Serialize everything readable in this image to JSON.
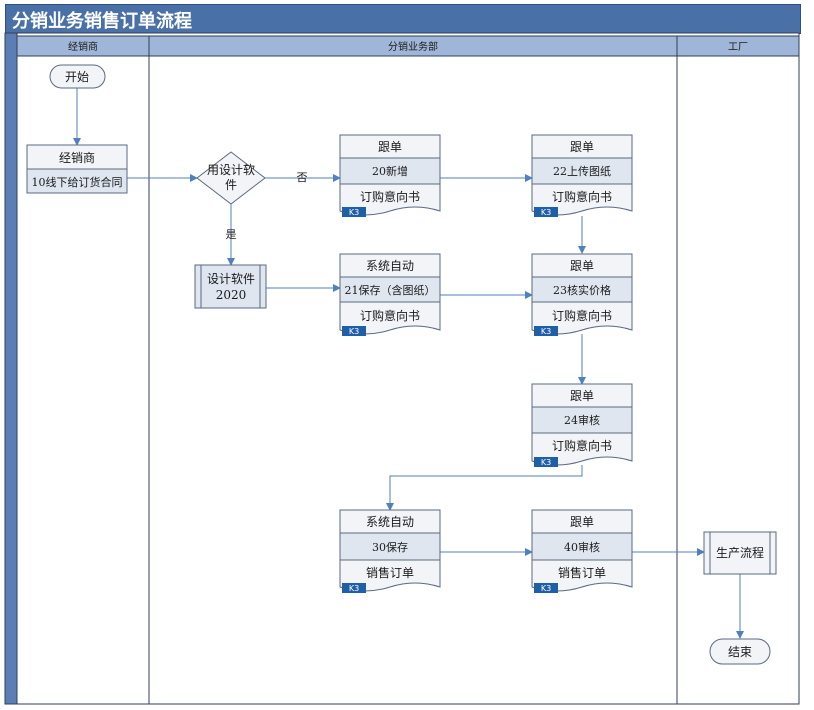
{
  "title": "分销业务销售订单流程",
  "lanes": {
    "dealer": "经销商",
    "distribution": "分销业务部",
    "factory": "工厂"
  },
  "nodes": {
    "start": "开始",
    "end": "结束",
    "dealer_box": {
      "header": "经销商",
      "body": "10线下给订货合同"
    },
    "decision": {
      "line1": "用设计软",
      "line2": "件"
    },
    "design_software": {
      "line1": "设计软件",
      "line2": "2020"
    },
    "production": "生产流程",
    "doc_20": {
      "header": "跟单",
      "body": "20新增",
      "footer": "订购意向书",
      "tag": "K3"
    },
    "doc_22": {
      "header": "跟单",
      "body": "22上传图纸",
      "footer": "订购意向书",
      "tag": "K3"
    },
    "doc_21": {
      "header": "系统自动",
      "body": "21保存（含图纸）",
      "footer": "订购意向书",
      "tag": "K3"
    },
    "doc_23": {
      "header": "跟单",
      "body": "23核实价格",
      "footer": "订购意向书",
      "tag": "K3"
    },
    "doc_24": {
      "header": "跟单",
      "body": "24审核",
      "footer": "订购意向书",
      "tag": "K3"
    },
    "doc_30": {
      "header": "系统自动",
      "body": "30保存",
      "footer": "销售订单",
      "tag": "K3"
    },
    "doc_40": {
      "header": "跟单",
      "body": "40审核",
      "footer": "销售订单",
      "tag": "K3"
    }
  },
  "edge_labels": {
    "no": "否",
    "yes": "是"
  },
  "colors": {
    "title_bg": "#4a70a8",
    "lane_header_bg": "#9fb6d8",
    "box_fill": "#f2f4f8",
    "box_mid_fill": "#dfe6f0",
    "tag_bg": "#1f5fa8",
    "arrow": "#4f81bd",
    "border": "#5a6a80"
  }
}
